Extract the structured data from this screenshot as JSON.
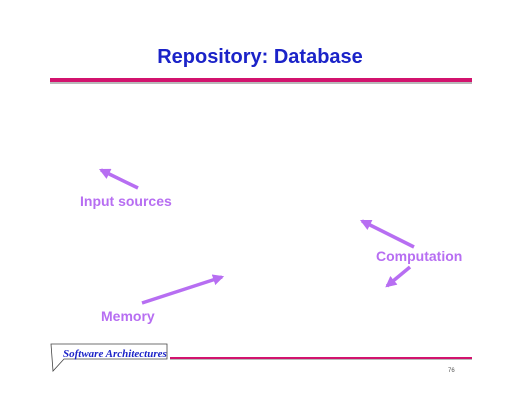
{
  "slide": {
    "title": "Repository: Database",
    "accent_color": "#d2136e",
    "title_color": "#1b23c8",
    "label_color": "#b76ef2"
  },
  "diagram": {
    "labels": {
      "input_sources": "Input sources",
      "computation": "Computation",
      "memory": "Memory"
    }
  },
  "footer": {
    "brand": "Software Architectures",
    "page_number": "76"
  }
}
